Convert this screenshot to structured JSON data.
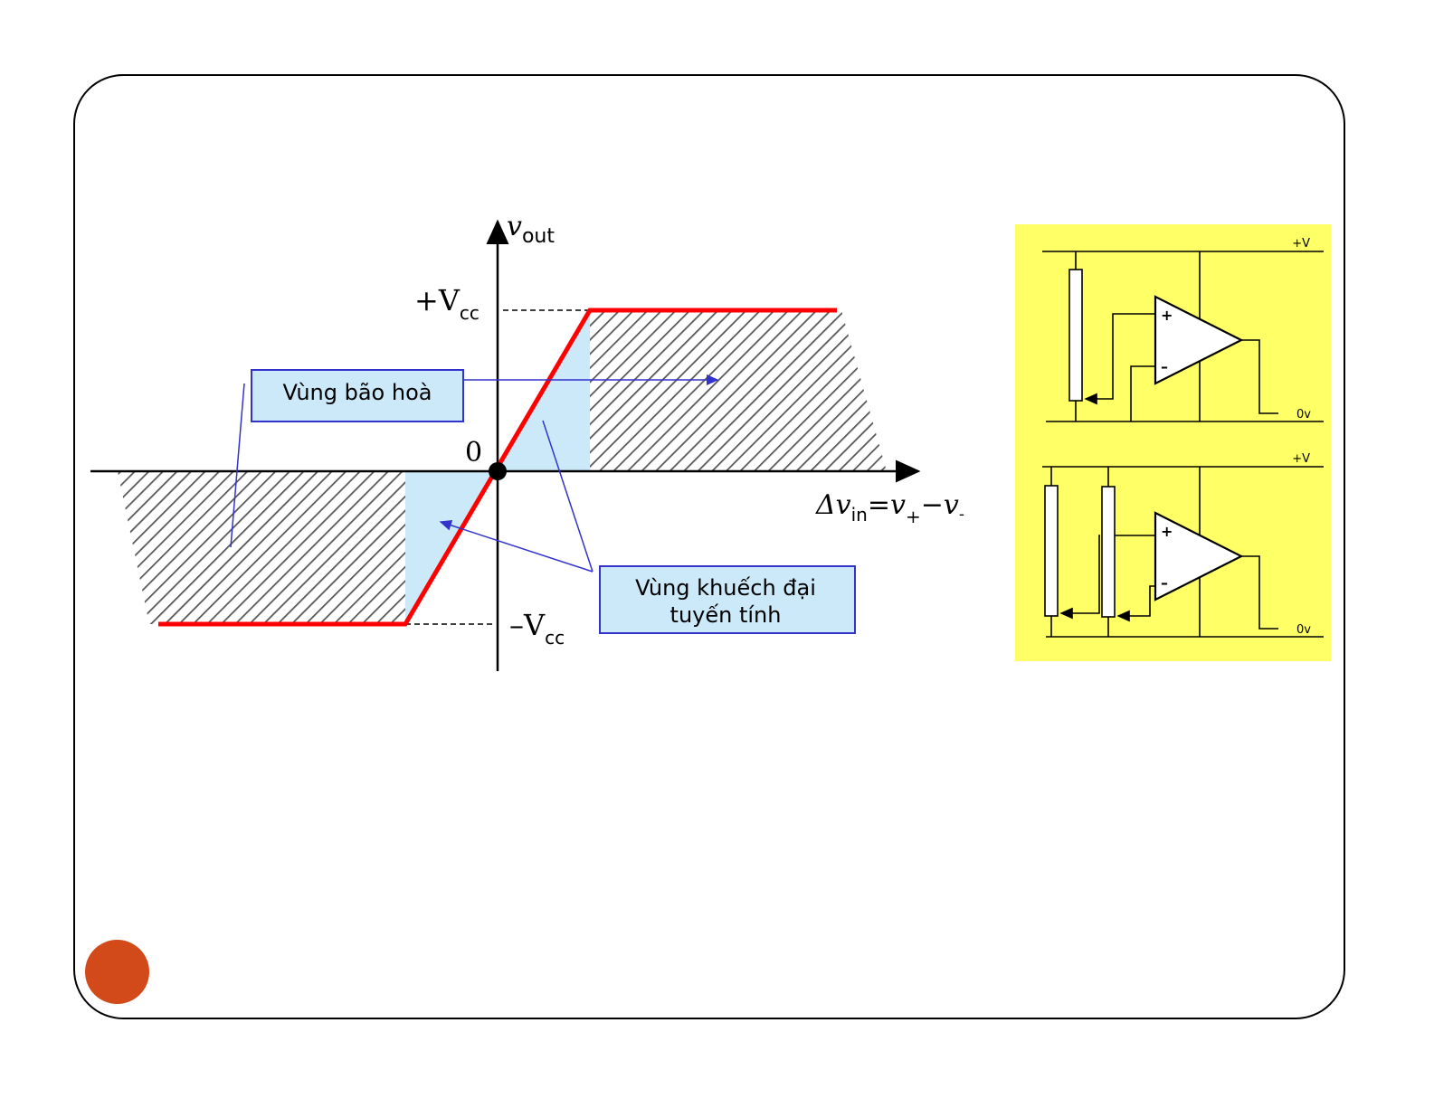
{
  "diagram": {
    "y_axis_label": "v",
    "y_axis_sub": "out",
    "pos_vcc": "+V",
    "pos_vcc_sub": "cc",
    "neg_vcc": "–V",
    "neg_vcc_sub": "cc",
    "origin": "0",
    "x_axis_label": "Δv",
    "x_axis_sub": "in",
    "x_axis_eq": "=v",
    "x_axis_plus": "+",
    "x_axis_minus": "−v",
    "x_axis_minus_sub": "-",
    "saturation_label": "Vùng bão hoà",
    "linear_label_line1": "Vùng khuếch đại",
    "linear_label_line2": "tuyến tính"
  },
  "circuits": {
    "top_rail": "+V",
    "bottom_rail": "0v",
    "plus": "+",
    "minus": "–"
  },
  "colors": {
    "curve": "#ff0000",
    "linear_fill": "#cce9f9",
    "label_border": "#3333cc",
    "circuit_bg": "#ffff66",
    "slide_dot": "#d2491a"
  }
}
